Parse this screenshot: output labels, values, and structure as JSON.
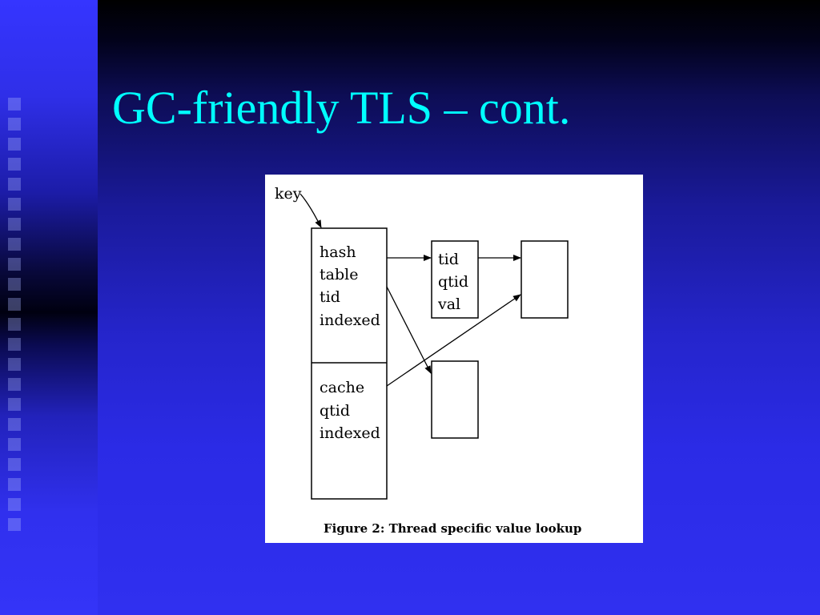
{
  "slide": {
    "title": "GC-friendly TLS – cont."
  },
  "figure": {
    "key_label": "key",
    "main_box_top": [
      "hash",
      "table",
      "tid",
      "indexed"
    ],
    "main_box_bottom": [
      "cache",
      "qtid",
      "indexed"
    ],
    "entry_box": [
      "tid",
      "qtid",
      "val"
    ],
    "caption": "Figure 2: Thread specific value lookup"
  },
  "colors": {
    "title": "#00ffff",
    "figure_background": "#ffffff",
    "ink": "#000000"
  }
}
